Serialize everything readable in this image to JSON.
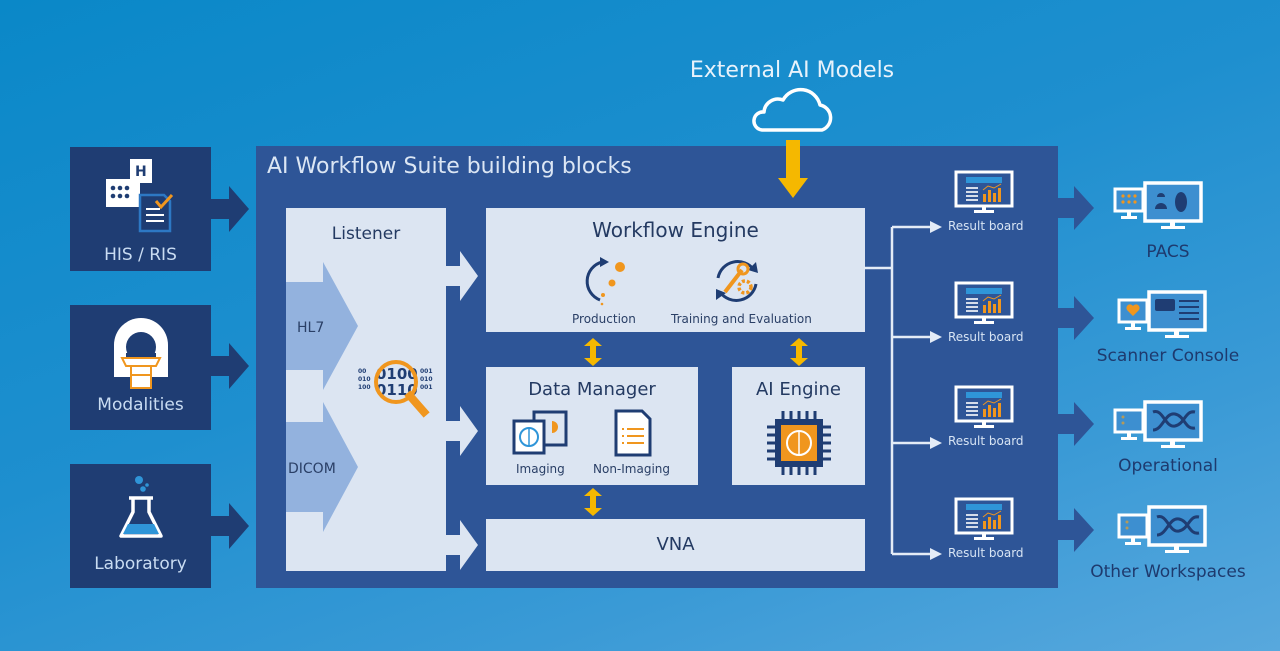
{
  "title": "AI Workflow Suite building blocks",
  "external": {
    "label": "External AI Models",
    "icon": "cloud-icon"
  },
  "sources": [
    {
      "label": "HIS / RIS",
      "icon": "hospital-document-icon"
    },
    {
      "label": "Modalities",
      "icon": "scanner-icon"
    },
    {
      "label": "Laboratory",
      "icon": "flask-icon"
    }
  ],
  "listener": {
    "title": "Listener",
    "protocols": [
      "HL7",
      "DICOM"
    ],
    "icon": "binary-search-icon",
    "binary_big": [
      "0100",
      "0110"
    ],
    "binary_small_left": [
      "00",
      "010",
      "100"
    ],
    "binary_small_right": [
      "001",
      "010",
      "001"
    ]
  },
  "workflow_engine": {
    "title": "Workflow Engine",
    "items": [
      {
        "label": "Production",
        "icon": "production-cycle-icon"
      },
      {
        "label": "Training and Evaluation",
        "icon": "training-cycle-icon"
      }
    ]
  },
  "data_manager": {
    "title": "Data Manager",
    "items": [
      {
        "label": "Imaging",
        "icon": "imaging-icon"
      },
      {
        "label": "Non-Imaging",
        "icon": "document-icon"
      }
    ]
  },
  "ai_engine": {
    "title": "AI Engine",
    "icon": "ai-chip-icon"
  },
  "vna": {
    "title": "VNA"
  },
  "result_boards": [
    "Result board",
    "Result board",
    "Result board",
    "Result board"
  ],
  "destinations": [
    {
      "label": "PACS",
      "icon": "pacs-workstation-icon"
    },
    {
      "label": "Scanner Console",
      "icon": "scanner-console-icon"
    },
    {
      "label": "Operational",
      "icon": "operational-workstation-icon"
    },
    {
      "label": "Other Workspaces",
      "icon": "other-workspace-icon"
    }
  ],
  "colors": {
    "accent_orange": "#f0961e",
    "accent_yellow": "#f5b800",
    "navy": "#1f3d73",
    "suite_blue": "#2e5597",
    "panel": "#dce5f2"
  }
}
